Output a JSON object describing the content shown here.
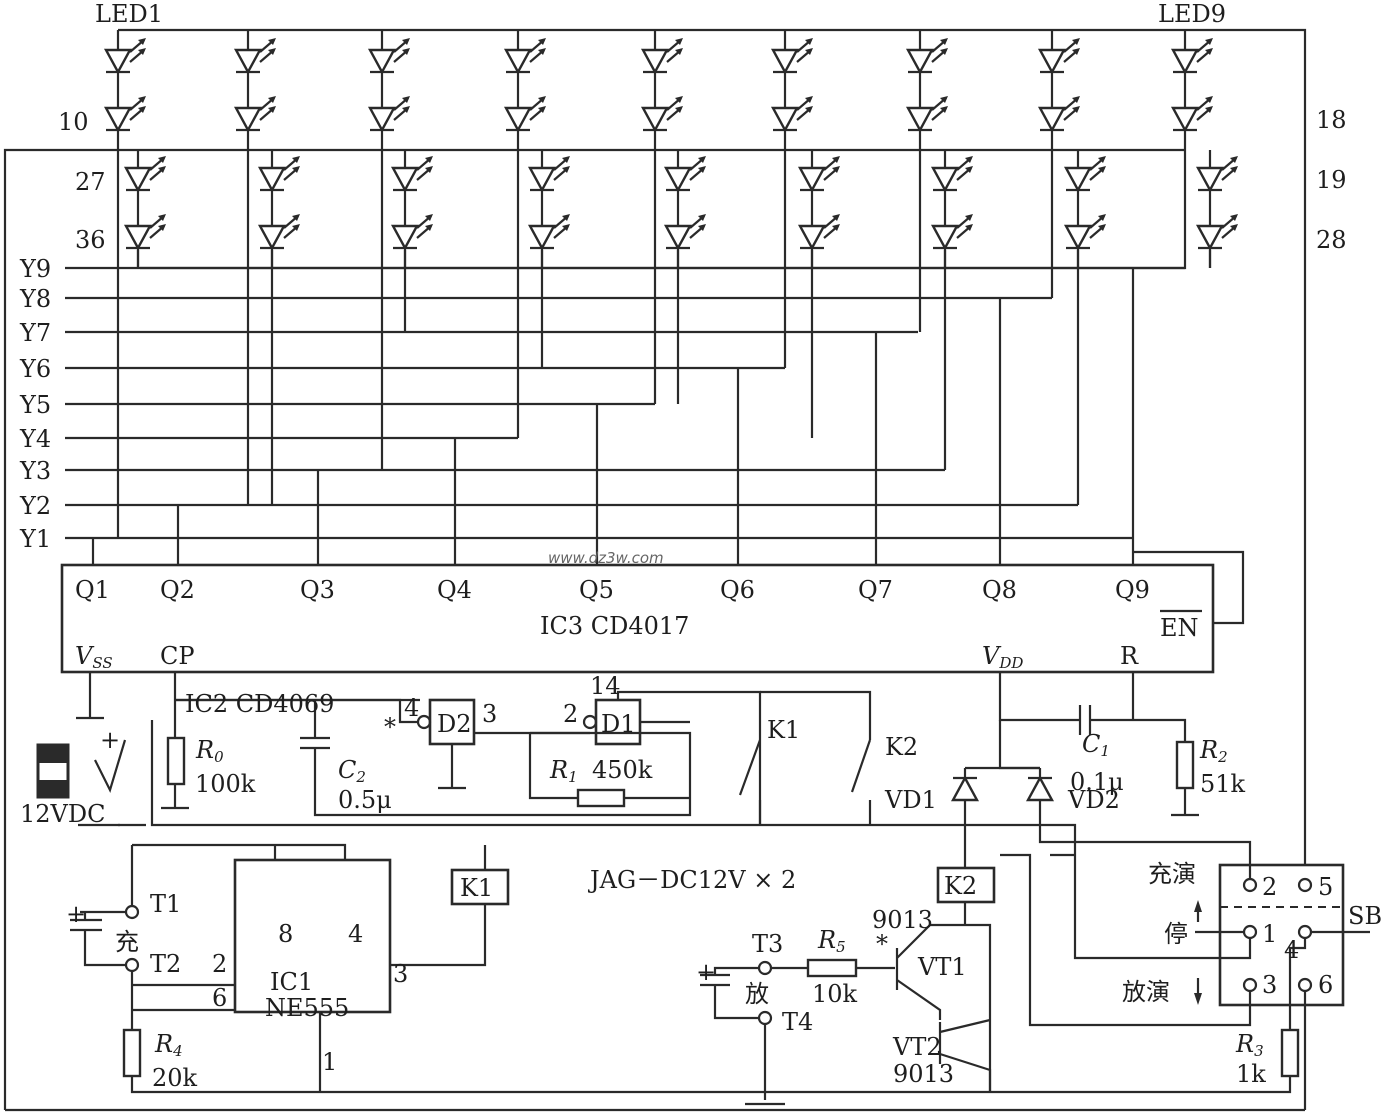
{
  "title_left_led": "LED1",
  "title_right_led": "LED9",
  "led_numbers": {
    "n10": "10",
    "n18": "18",
    "n27": "27",
    "n19": "19",
    "n36": "36",
    "n28": "28"
  },
  "y_lines": [
    "Y1",
    "Y2",
    "Y3",
    "Y4",
    "Y5",
    "Y6",
    "Y7",
    "Y8",
    "Y9"
  ],
  "q_outputs": [
    "Q1",
    "Q2",
    "Q3",
    "Q4",
    "Q5",
    "Q6",
    "Q7",
    "Q8",
    "Q9"
  ],
  "ic3": {
    "name": "IC3  CD4017",
    "vss": "V",
    "vss_sub": "SS",
    "cp": "CP",
    "vdd": "V",
    "vdd_sub": "DD",
    "r": "R",
    "en": "EN"
  },
  "ic2": {
    "name": "IC2  CD4069",
    "d2": "D2",
    "d1": "D1",
    "d2_in": "4",
    "d2_out": "3",
    "d1_in": "2",
    "d1_vdd": "14"
  },
  "r0": {
    "name": "R",
    "sub": "0",
    "value": "100k"
  },
  "c2": {
    "name": "C",
    "sub": "2",
    "mark": "*",
    "value": "0.5μ"
  },
  "r1": {
    "name": "R",
    "sub": "1",
    "value": "450k"
  },
  "k1_switch": "K1",
  "k2_switch": "K2",
  "c1": {
    "name": "C",
    "sub": "1",
    "value": "0.1μ"
  },
  "r2": {
    "name": "R",
    "sub": "2",
    "value": "51k"
  },
  "vd1": "VD1",
  "vd2": "VD2",
  "battery": {
    "label": "12VDC",
    "plus": "+"
  },
  "relay_note": "JAG－DC12V × 2",
  "ic1": {
    "name": "IC1",
    "part": "NE555",
    "pins": {
      "p2": "2",
      "p6": "6",
      "p8": "8",
      "p4": "4",
      "p3": "3",
      "p1": "1"
    }
  },
  "t1": "T1",
  "t2": "T2",
  "t3": "T3",
  "t4": "T4",
  "charge_char": "充",
  "discharge_char": "放",
  "cap_plus": "+",
  "r4": {
    "name": "R",
    "sub": "4",
    "value": "20k"
  },
  "k1_relay": "K1",
  "k2_relay": "K2",
  "r5": {
    "name": "R",
    "sub": "5",
    "value": "10k"
  },
  "vt1": {
    "name": "VT1",
    "part": "9013",
    "mark": "*"
  },
  "vt2": {
    "name": "VT2",
    "part": "9013"
  },
  "sb": {
    "name": "SB",
    "charge_play": "充演",
    "stop": "停",
    "discharge_play": "放演",
    "pins": [
      "2",
      "5",
      "1",
      "4",
      "3",
      "6"
    ]
  },
  "r3": {
    "name": "R",
    "sub": "3",
    "value": "1k"
  },
  "watermark": "www.dz3w.com"
}
